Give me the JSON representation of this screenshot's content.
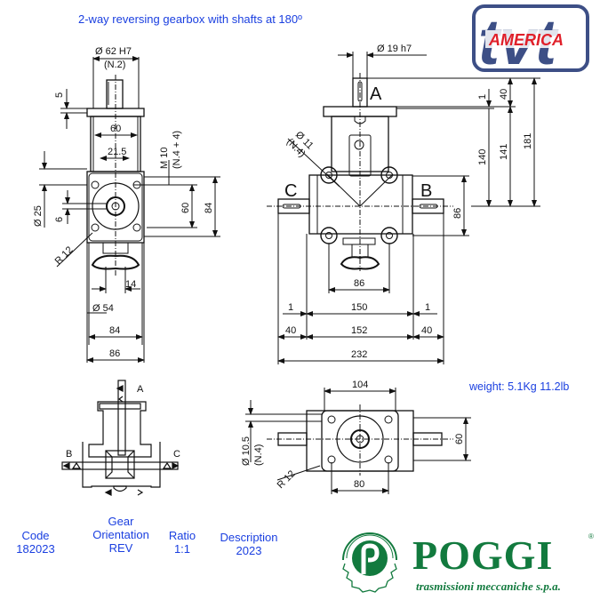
{
  "header": {
    "title": "2-way reversing gearbox with shafts at 180º"
  },
  "brand": {
    "distributor_logo_text": "AMERICA",
    "distributor_logo_mark": "tvt",
    "manufacturer_name": "POGGI",
    "manufacturer_tagline": "trasmissioni meccaniche s.p.a.",
    "registered_mark": "®",
    "colors": {
      "title_blue": "#1a3fe0",
      "tvt_navy": "#3d4f86",
      "america_red": "#e0202a",
      "poggi_green": "#127a3e"
    }
  },
  "weight": "weight: 5.1Kg 11.2lb",
  "specs": {
    "code": {
      "label": "Code",
      "value": "182023"
    },
    "gear_orientation": {
      "label_line1": "Gear",
      "label_line2": "Orientation",
      "value": "REV"
    },
    "ratio": {
      "label": "Ratio",
      "value": "1:1"
    },
    "description": {
      "label": "Description",
      "value": "2023"
    }
  },
  "side_view": {
    "dims": {
      "bore": "Ø 62 H7",
      "bore_note": "(N.2)",
      "pilot": "5",
      "flange_width": "60",
      "key": "21.5",
      "thread": "M 10",
      "thread_note": "(N.4 + 4)",
      "shaft_dia": "Ø 25",
      "keyway": "6",
      "bolt_pitch": "60",
      "height": "84",
      "radius": "R 12",
      "knob": "14",
      "hub_dia": "Ø 54",
      "width_inner": "84",
      "width_outer": "86"
    }
  },
  "front_view": {
    "labels": {
      "a": "A",
      "b": "B",
      "c": "C"
    },
    "dims": {
      "shaft_dia": "Ø 19 h7",
      "hole_dia": "Ø 11",
      "hole_note": "(N.4)",
      "v1": "1",
      "v40": "40",
      "v140": "140",
      "v141": "141",
      "v181": "181",
      "v86": "86",
      "h86": "86",
      "h1_left": "1",
      "h150": "150",
      "h1_right": "1",
      "h40_left": "40",
      "h152": "152",
      "h40_right": "40",
      "h232": "232"
    }
  },
  "scheme_view": {
    "labels": {
      "a": "A",
      "b": "B",
      "c": "C"
    }
  },
  "top_view": {
    "dims": {
      "width_top": "104",
      "hole_dia": "Ø 10.5",
      "hole_note": "(N.4)",
      "height": "60",
      "radius": "R 12",
      "width_bottom": "80"
    }
  }
}
